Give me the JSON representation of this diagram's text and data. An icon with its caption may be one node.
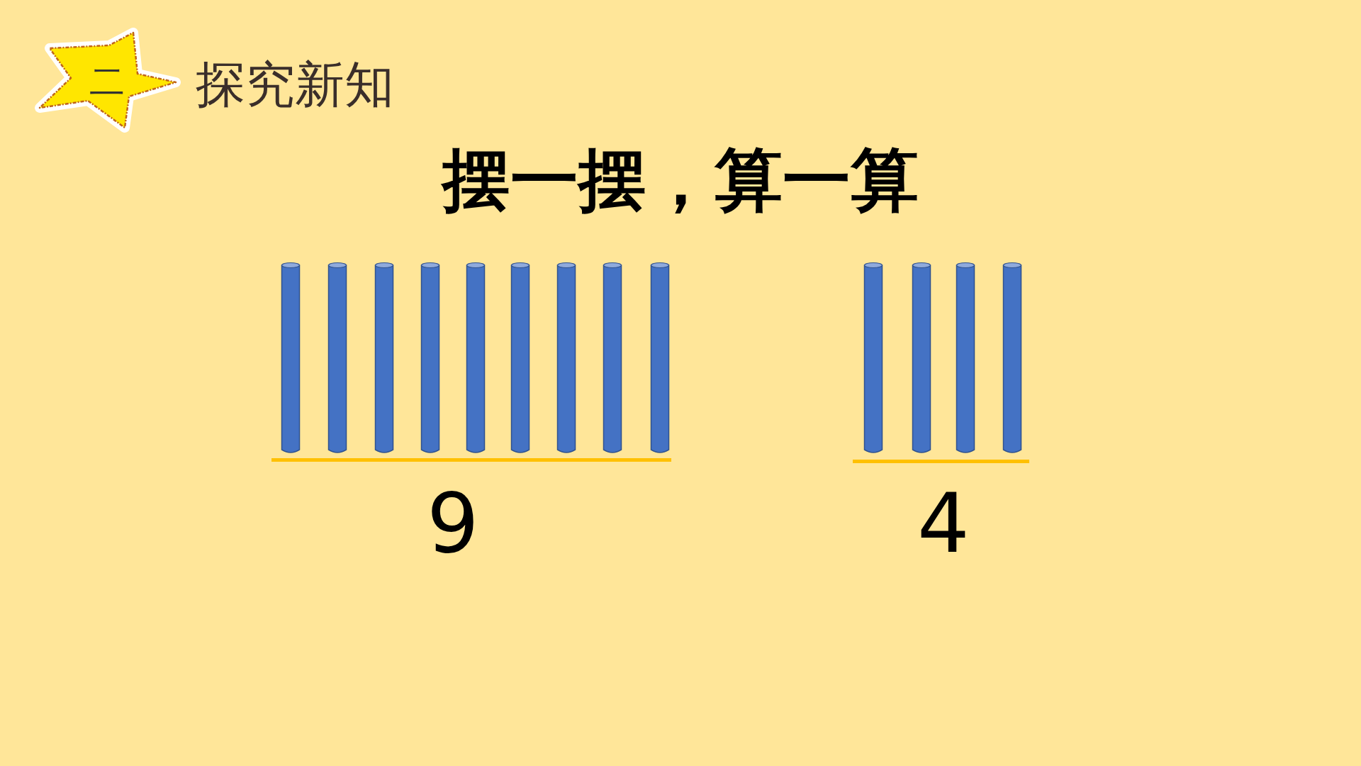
{
  "diagram": {
    "title": "摆一摆，算一算",
    "nodes": [
      {
        "text": [
          "二"
        ],
        "beside": [
          "探究新知"
        ]
      }
    ],
    "labels": [
      "9",
      "4"
    ]
  }
}
